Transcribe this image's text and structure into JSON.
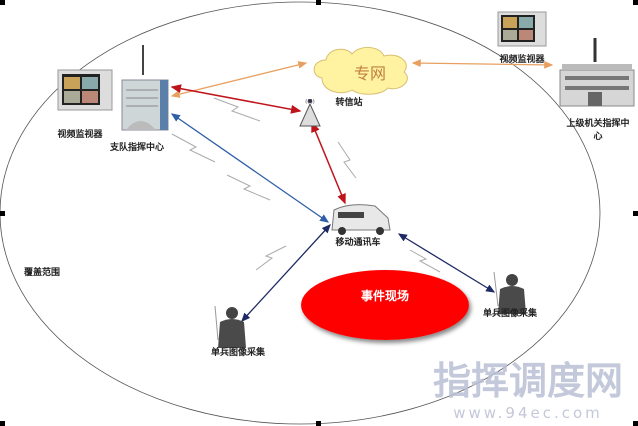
{
  "labels": {
    "monitor_left": "视频监视器",
    "command_center": "支队指挥中心",
    "private_network": "专网",
    "monitor_right": "视频监视器",
    "superior_center_line1": "上级机关指挥中",
    "superior_center_line2": "心",
    "relay_station": "转信站",
    "comm_vehicle": "移动通讯车",
    "coverage": "覆盖范围",
    "soldier_left": "单兵图像采集",
    "soldier_right": "单兵图像采集",
    "incident_scene": "事件现场"
  },
  "watermark": {
    "title": "指挥调度网",
    "url": "www.94ec.com"
  },
  "colors": {
    "orange": "#e8a060",
    "red": "#c0141c",
    "blue": "#2f5fa8",
    "navy": "#1e2a66",
    "scene": "#ff0000",
    "cloud": "#fff2a0"
  }
}
